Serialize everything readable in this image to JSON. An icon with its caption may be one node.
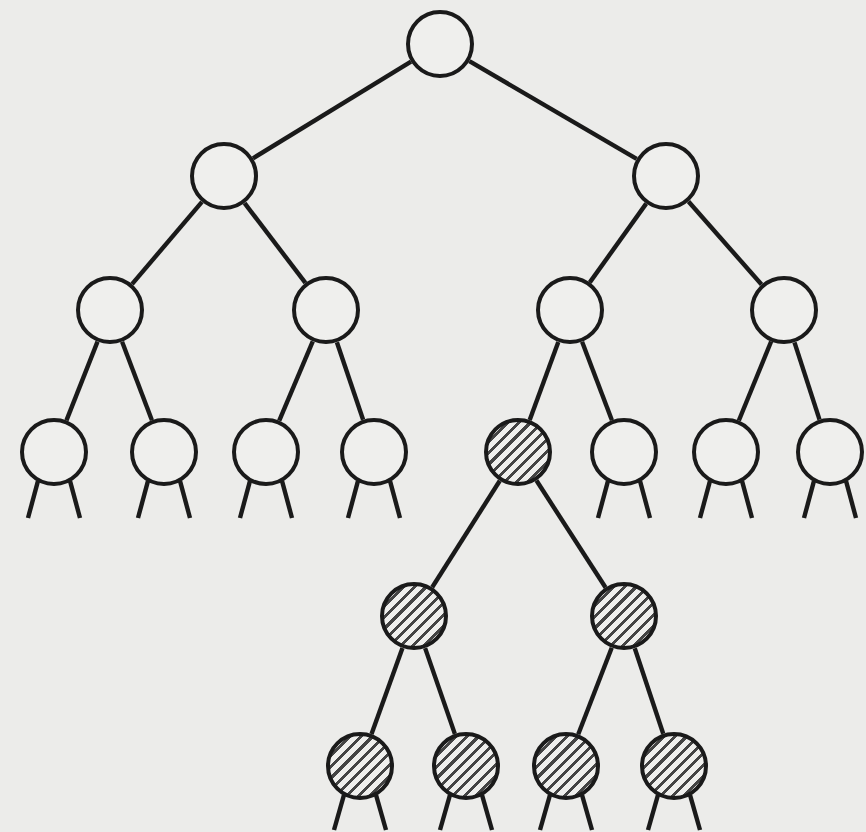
{
  "diagram": {
    "nodes": [
      {
        "text": [],
        "shape": "circle"
      },
      {
        "text": [],
        "shape": "circle"
      },
      {
        "text": [],
        "shape": "circle"
      },
      {
        "text": [],
        "shape": "circle"
      },
      {
        "text": [],
        "shape": "circle"
      },
      {
        "text": [],
        "shape": "circle"
      },
      {
        "text": [],
        "shape": "circle"
      },
      {
        "text": [],
        "shape": "circle"
      },
      {
        "text": [],
        "shape": "circle"
      },
      {
        "text": [],
        "shape": "circle"
      },
      {
        "text": [],
        "shape": "circle"
      },
      {
        "text": [],
        "shape": "hatched-circle"
      },
      {
        "text": [],
        "shape": "circle"
      },
      {
        "text": [],
        "shape": "circle"
      },
      {
        "text": [],
        "shape": "circle"
      },
      {
        "text": [],
        "shape": "hatched-circle"
      },
      {
        "text": [],
        "shape": "hatched-circle"
      },
      {
        "text": [],
        "shape": "hatched-circle"
      },
      {
        "text": [],
        "shape": "hatched-circle"
      },
      {
        "text": [],
        "shape": "hatched-circle"
      },
      {
        "text": [],
        "shape": "hatched-circle"
      }
    ],
    "edges": [
      {
        "from": 0,
        "to": 1,
        "arrow": "none"
      },
      {
        "from": 0,
        "to": 2,
        "arrow": "none"
      },
      {
        "from": 1,
        "to": 3,
        "arrow": "none"
      },
      {
        "from": 1,
        "to": 4,
        "arrow": "none"
      },
      {
        "from": 2,
        "to": 5,
        "arrow": "none"
      },
      {
        "from": 2,
        "to": 6,
        "arrow": "none"
      },
      {
        "from": 3,
        "to": 7,
        "arrow": "none"
      },
      {
        "from": 3,
        "to": 8,
        "arrow": "none"
      },
      {
        "from": 4,
        "to": 9,
        "arrow": "none"
      },
      {
        "from": 4,
        "to": 10,
        "arrow": "none"
      },
      {
        "from": 5,
        "to": 11,
        "arrow": "none"
      },
      {
        "from": 5,
        "to": 12,
        "arrow": "none"
      },
      {
        "from": 6,
        "to": 13,
        "arrow": "none"
      },
      {
        "from": 6,
        "to": 14,
        "arrow": "none"
      },
      {
        "from": 11,
        "to": 15,
        "arrow": "none"
      },
      {
        "from": 11,
        "to": 16,
        "arrow": "none"
      },
      {
        "from": 15,
        "to": 17,
        "arrow": "none"
      },
      {
        "from": 15,
        "to": 18,
        "arrow": "none"
      },
      {
        "from": 16,
        "to": 19,
        "arrow": "none"
      },
      {
        "from": 16,
        "to": 20,
        "arrow": "none"
      },
      {
        "from": 7,
        "to": null,
        "arrow": "none"
      },
      {
        "from": 7,
        "to": null,
        "arrow": "none"
      },
      {
        "from": 8,
        "to": null,
        "arrow": "none"
      },
      {
        "from": 8,
        "to": null,
        "arrow": "none"
      },
      {
        "from": 9,
        "to": null,
        "arrow": "none"
      },
      {
        "from": 9,
        "to": null,
        "arrow": "none"
      },
      {
        "from": 10,
        "to": null,
        "arrow": "none"
      },
      {
        "from": 10,
        "to": null,
        "arrow": "none"
      },
      {
        "from": 12,
        "to": null,
        "arrow": "none"
      },
      {
        "from": 12,
        "to": null,
        "arrow": "none"
      },
      {
        "from": 13,
        "to": null,
        "arrow": "none"
      },
      {
        "from": 13,
        "to": null,
        "arrow": "none"
      },
      {
        "from": 14,
        "to": null,
        "arrow": "none"
      },
      {
        "from": 14,
        "to": null,
        "arrow": "none"
      },
      {
        "from": 17,
        "to": null,
        "arrow": "none"
      },
      {
        "from": 17,
        "to": null,
        "arrow": "none"
      },
      {
        "from": 18,
        "to": null,
        "arrow": "none"
      },
      {
        "from": 18,
        "to": null,
        "arrow": "none"
      },
      {
        "from": 19,
        "to": null,
        "arrow": "none"
      },
      {
        "from": 19,
        "to": null,
        "arrow": "none"
      },
      {
        "from": 20,
        "to": null,
        "arrow": "none"
      },
      {
        "from": 20,
        "to": null,
        "arrow": "none"
      }
    ]
  }
}
